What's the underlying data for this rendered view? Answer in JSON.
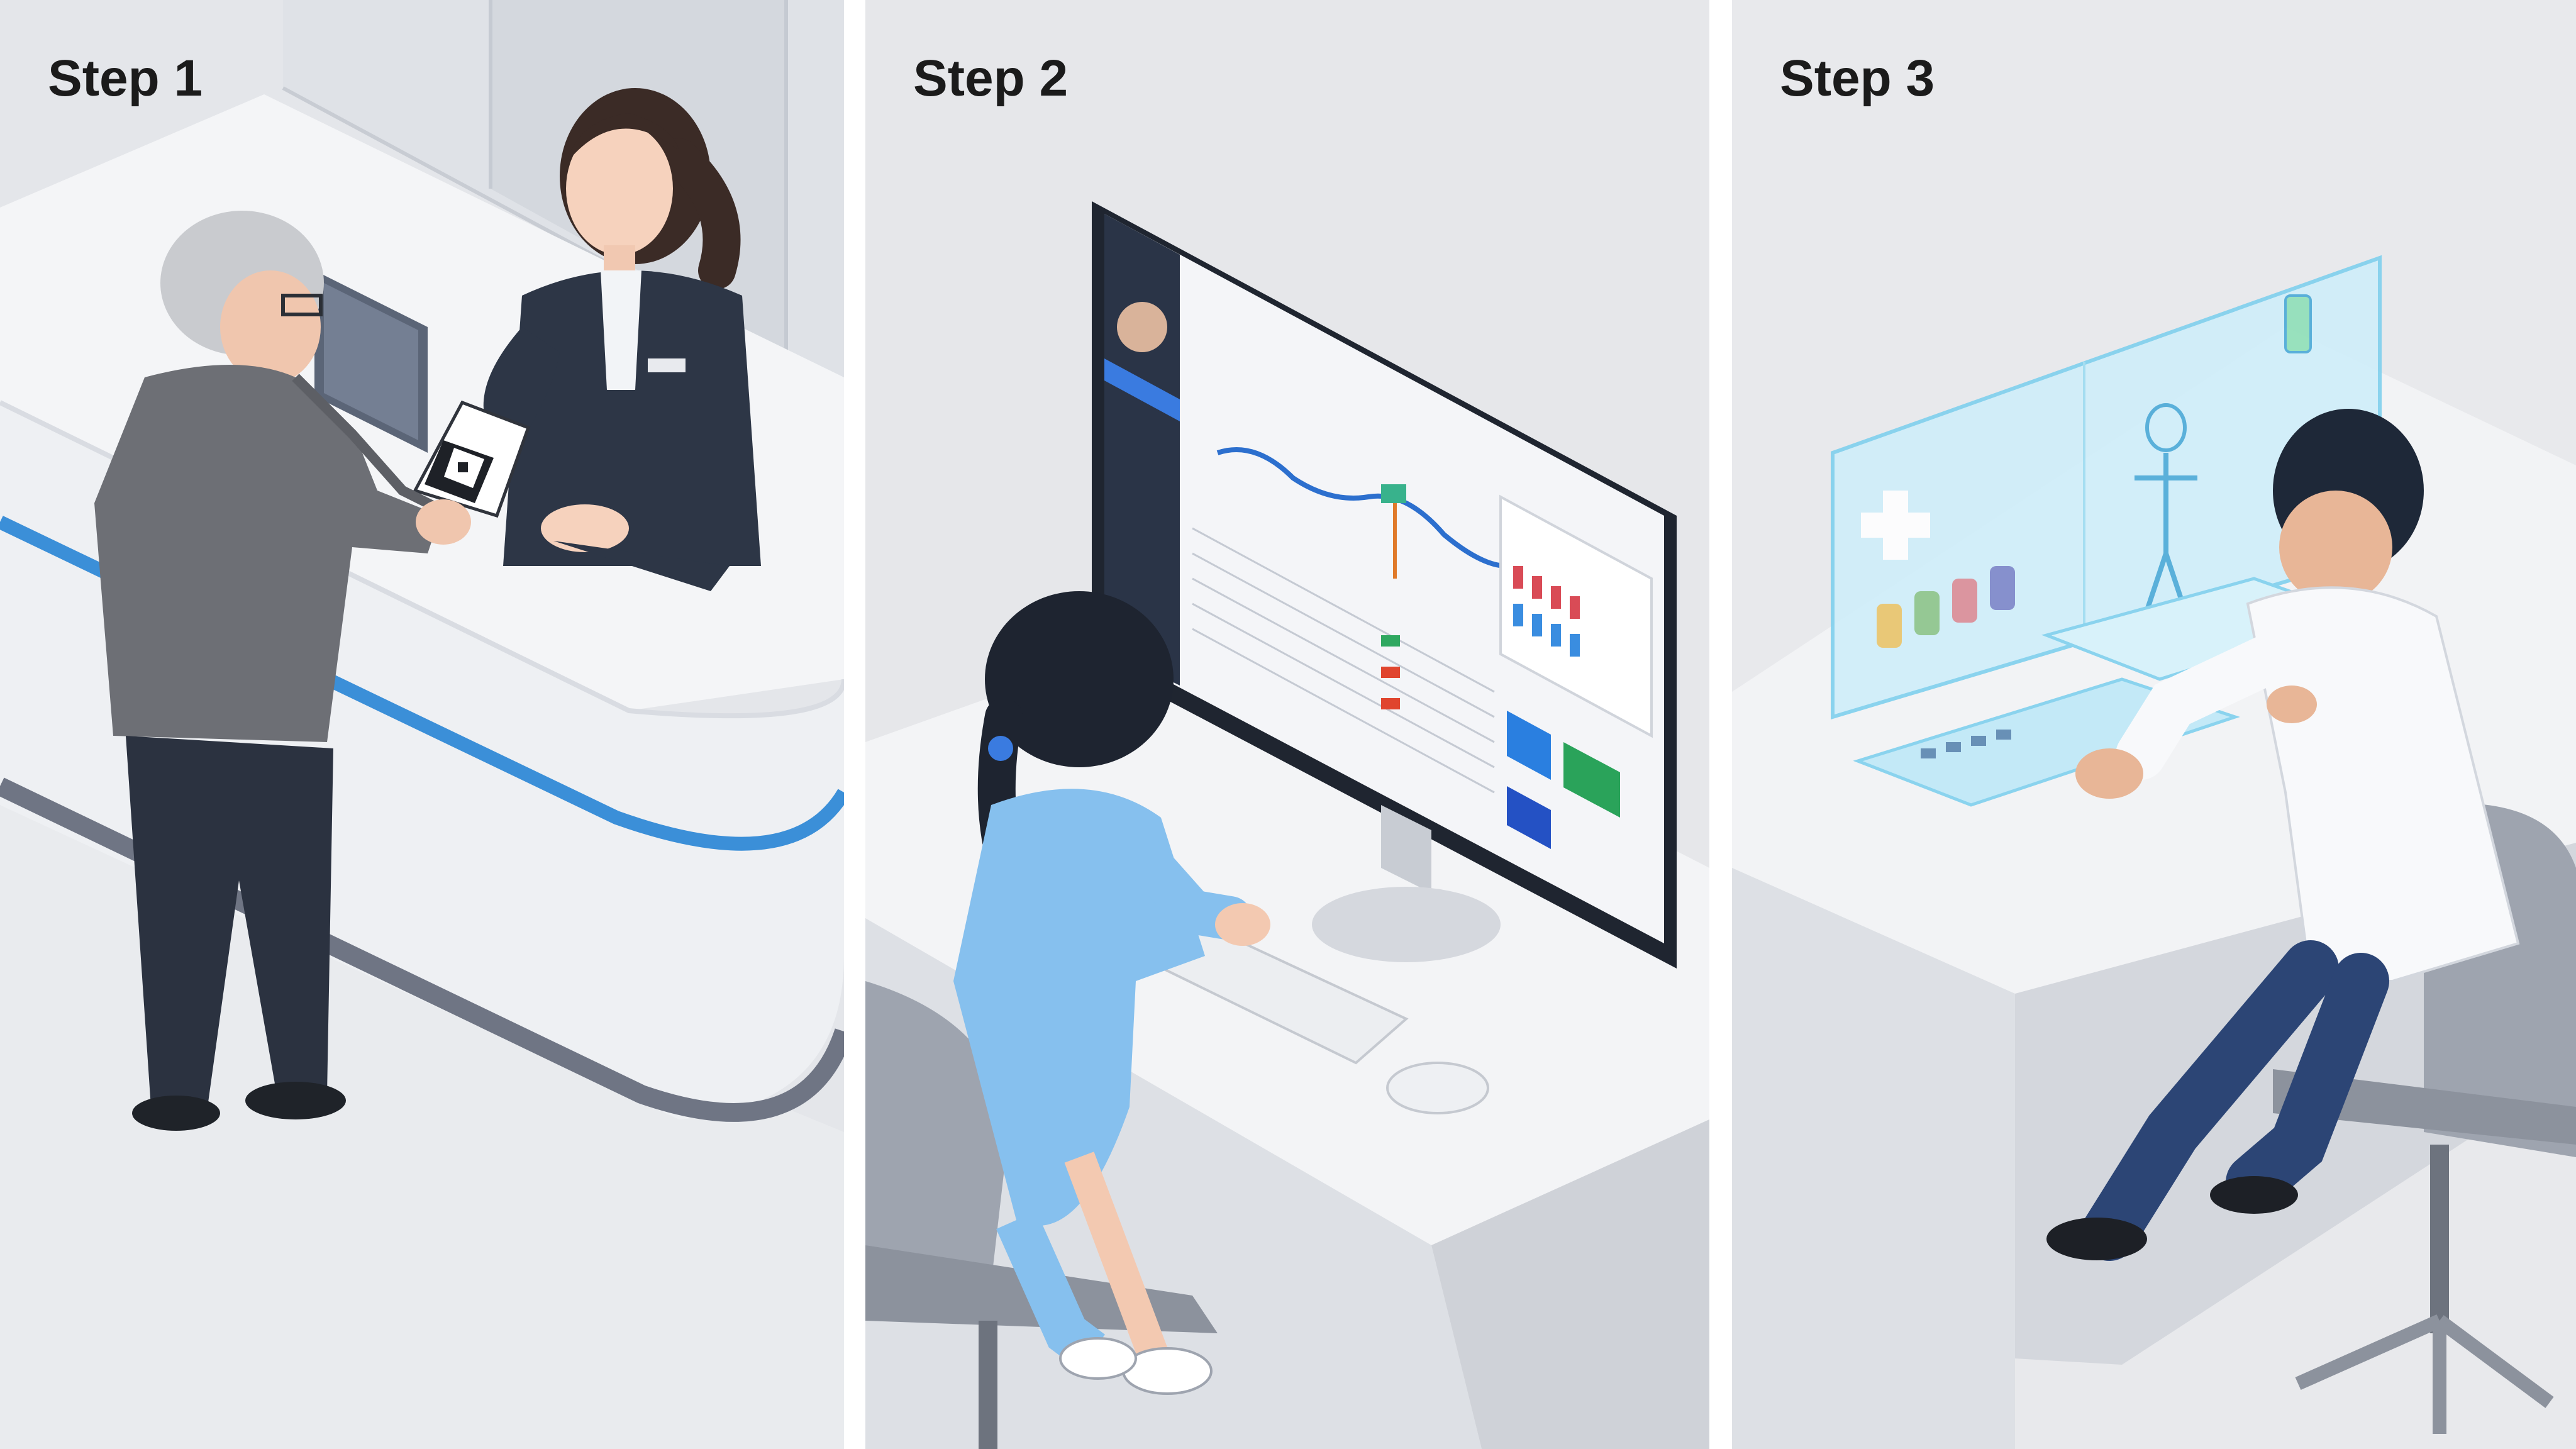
{
  "panels": [
    {
      "step_label": "Step 1",
      "scene": "reception desk, patient hands QR code card to receptionist",
      "colors": {
        "bg": "#e4e6ea",
        "accent": "#3b8fd8"
      }
    },
    {
      "step_label": "Step 2",
      "scene": "nurse at desktop computer reviewing patient dashboard",
      "colors": {
        "bg": "#e6e7ea",
        "accent": "#3a7be0"
      }
    },
    {
      "step_label": "Step 3",
      "scene": "doctor at holographic medical interface",
      "colors": {
        "bg": "#e8e9ec",
        "accent": "#7fd0ee"
      }
    }
  ]
}
